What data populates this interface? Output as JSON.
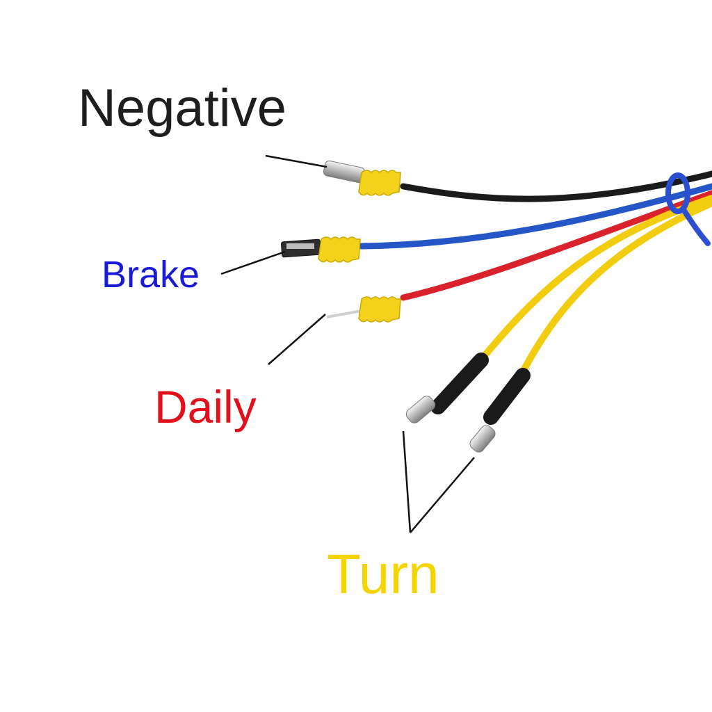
{
  "labels": {
    "negative": "Negative",
    "brake": "Brake",
    "daily": "Daily",
    "turn": "Turn"
  },
  "colors": {
    "negative": "#1e1e1e",
    "brake": "#1a1ad6",
    "daily": "#e3101c",
    "turn": "#f5d400",
    "wire_black": "#1b1b1b",
    "wire_blue": "#2456c8",
    "wire_red": "#d9222b",
    "wire_yellow": "#f2cc0f",
    "seal_yellow": "#f4d21c",
    "terminal_metal": "#c9c9c9",
    "heat_shrink": "#1a1a1a"
  },
  "icons": [
    "wire-harness-photo",
    "leader-line"
  ]
}
